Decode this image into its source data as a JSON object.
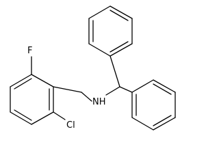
{
  "structure": {
    "atoms": {
      "fluorine": "F",
      "amine": "NH",
      "chlorine": "Cl"
    }
  }
}
